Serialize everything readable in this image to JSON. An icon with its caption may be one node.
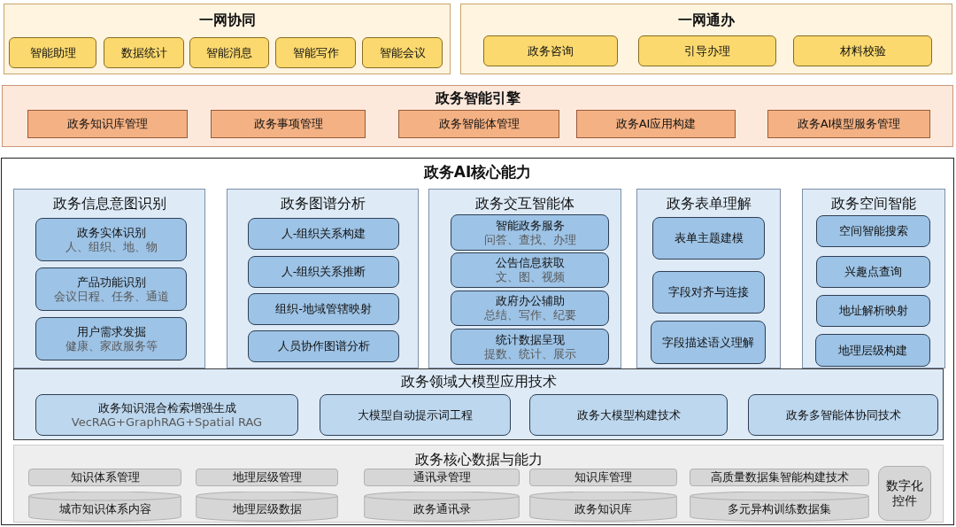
{
  "diagram": {
    "nodes": [
      {
        "text": [
          "一网协同"
        ]
      },
      {
        "text": [
          "智能助理"
        ],
        "in": 0
      },
      {
        "text": [
          "数据统计"
        ],
        "in": 0
      },
      {
        "text": [
          "智能消息"
        ],
        "in": 0
      },
      {
        "text": [
          "智能写作"
        ],
        "in": 0
      },
      {
        "text": [
          "智能会议"
        ],
        "in": 0
      },
      {
        "text": [
          "一网通办"
        ]
      },
      {
        "text": [
          "政务咨询"
        ],
        "in": 6
      },
      {
        "text": [
          "引导办理"
        ],
        "in": 6
      },
      {
        "text": [
          "材料校验"
        ],
        "in": 6
      },
      {
        "text": [
          "政务智能引擎"
        ]
      },
      {
        "text": [
          "政务知识库管理"
        ],
        "in": 10
      },
      {
        "text": [
          "政务事项管理"
        ],
        "in": 10
      },
      {
        "text": [
          "政务智能体管理"
        ],
        "in": 10
      },
      {
        "text": [
          "政务AI应用构建"
        ],
        "in": 10
      },
      {
        "text": [
          "政务AI模型服务管理"
        ],
        "in": 10
      },
      {
        "text": [
          "政务AI核心能力"
        ]
      },
      {
        "text": [
          "政务信息意图识别"
        ],
        "in": 16
      },
      {
        "text": [
          "政务实体识别",
          "人、组织、地、物"
        ],
        "in": 17
      },
      {
        "text": [
          "产品功能识别",
          "会议日程、任务、通道"
        ],
        "in": 17
      },
      {
        "text": [
          "用户需求发掘",
          "健康、家政服务等"
        ],
        "in": 17
      },
      {
        "text": [
          "政务图谱分析"
        ],
        "in": 16
      },
      {
        "text": [
          "人-组织关系构建"
        ],
        "in": 21
      },
      {
        "text": [
          "人-组织关系推断"
        ],
        "in": 21
      },
      {
        "text": [
          "组织-地域管辖映射"
        ],
        "in": 21
      },
      {
        "text": [
          "人员协作图谱分析"
        ],
        "in": 21
      },
      {
        "text": [
          "政务交互智能体"
        ],
        "in": 16
      },
      {
        "text": [
          "智能政务服务",
          "问答、查找、办理"
        ],
        "in": 26
      },
      {
        "text": [
          "公告信息获取",
          "文、图、视频"
        ],
        "in": 26
      },
      {
        "text": [
          "政府办公辅助",
          "总结、写作、纪要"
        ],
        "in": 26
      },
      {
        "text": [
          "统计数据呈现",
          "提数、统计、展示"
        ],
        "in": 26
      },
      {
        "text": [
          "政务表单理解"
        ],
        "in": 16
      },
      {
        "text": [
          "表单主题建模"
        ],
        "in": 31
      },
      {
        "text": [
          "字段对齐与连接"
        ],
        "in": 31
      },
      {
        "text": [
          "字段描述语义理解"
        ],
        "in": 31
      },
      {
        "text": [
          "政务空间智能"
        ],
        "in": 16
      },
      {
        "text": [
          "空间智能搜索"
        ],
        "in": 35
      },
      {
        "text": [
          "兴趣点查询"
        ],
        "in": 35
      },
      {
        "text": [
          "地址解析映射"
        ],
        "in": 35
      },
      {
        "text": [
          "地理层级构建"
        ],
        "in": 35
      },
      {
        "text": [
          "政务领域大模型应用技术"
        ],
        "in": 16
      },
      {
        "text": [
          "政务知识混合检索增强生成",
          "VecRAG+GraphRAG+Spatial RAG"
        ],
        "in": 40
      },
      {
        "text": [
          "大模型自动提示词工程"
        ],
        "in": 40
      },
      {
        "text": [
          "政务大模型构建技术"
        ],
        "in": 40
      },
      {
        "text": [
          "政务多智能体协同技术"
        ],
        "in": 40
      },
      {
        "text": [
          "政务核心数据与能力"
        ],
        "in": 16
      },
      {
        "text": [
          "知识体系管理"
        ],
        "in": 45
      },
      {
        "text": [
          "地理层级管理"
        ],
        "in": 45
      },
      {
        "text": [
          "通讯录管理"
        ],
        "in": 45
      },
      {
        "text": [
          "知识库管理"
        ],
        "in": 45
      },
      {
        "text": [
          "高质量数据集智能构建技术"
        ],
        "in": 45
      },
      {
        "text": [
          "数字化控件"
        ],
        "in": 45
      },
      {
        "text": [
          "城市知识体系内容"
        ],
        "in": 45
      },
      {
        "text": [
          "地理层级数据"
        ],
        "in": 45
      },
      {
        "text": [
          "政务通讯录"
        ],
        "in": 45
      },
      {
        "text": [
          "政务知识库"
        ],
        "in": 45
      },
      {
        "text": [
          "多元异构训练数据集"
        ],
        "in": 45
      }
    ]
  }
}
